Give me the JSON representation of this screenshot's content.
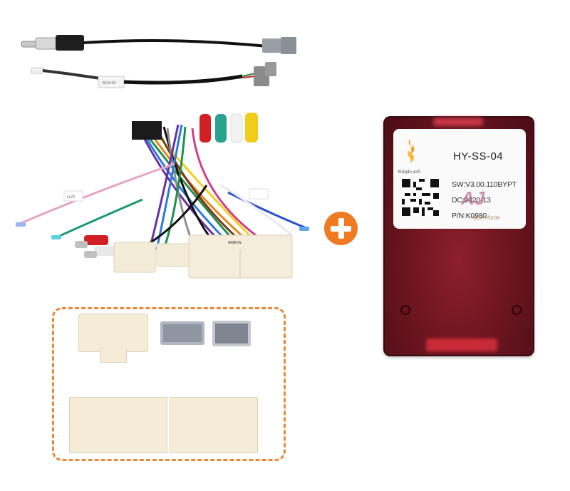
{
  "scene": {
    "description": "Car stereo wiring harness kit with canbus decoder box",
    "background_color": "#ffffff"
  },
  "cables": {
    "antenna_adapter": {
      "label": "antenna-adapter-cable"
    },
    "usb_adapter": {
      "label": "usb-adapter-cable",
      "tag_text": "6410 0X"
    },
    "main_harness": {
      "label": "main-wiring-harness",
      "tags": [
        "LLZ1",
        "LLZ1",
        "LLZ1"
      ],
      "rca_colors": [
        "#d11f26",
        "#27a38f",
        "#f2f2f2",
        "#f1cc1a"
      ],
      "connector_text": "ARBEIN"
    }
  },
  "plus_sign": {
    "color": "#f07a22",
    "symbol": "+"
  },
  "canbus_box": {
    "body_color": "#6e1520",
    "label": {
      "brand": "Simple soft",
      "model": "HY-SS-04",
      "sw": "SW:V3.00.110BYPT",
      "dc": "DC:2020-13",
      "pn": "P/N:K0980",
      "watermark": "AJ",
      "watermark_sub": "Ajuo Home"
    }
  },
  "connector_panel": {
    "border_color": "#e8893a",
    "items": [
      "16-pin-white-connector",
      "grey-4-pin-connector",
      "grey-2-pin-connector",
      "dual-large-white-connector"
    ]
  }
}
